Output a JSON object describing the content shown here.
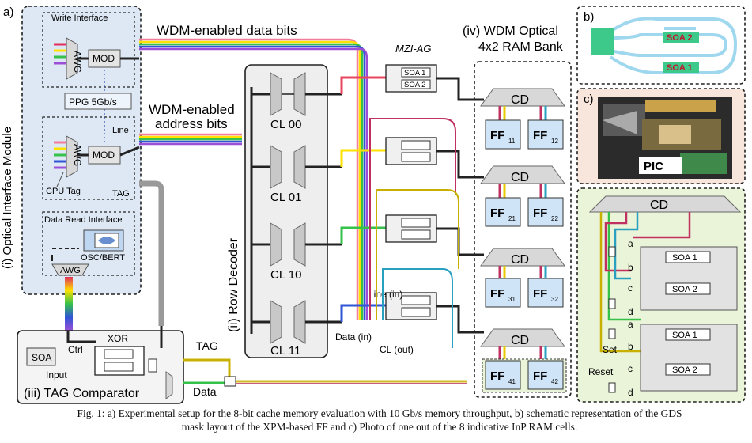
{
  "panel_labels": {
    "a": "a)",
    "b": "b)",
    "c": "c)"
  },
  "module_title": "(i) Optical Interface Module",
  "write_interface": "Write Interface",
  "data_read_interface": "Data Read Interface",
  "awg": "AWG",
  "mod": "MOD",
  "ppg": "PPG 5Gb/s",
  "cpu_tag": "CPU Tag",
  "line": "Line",
  "tag": "TAG",
  "osc_bert": "OSC/BERT",
  "data_bits": "WDM-enabled data bits",
  "address_bits_1": "WDM-enabled",
  "address_bits_2": "address bits",
  "row_decoder": "(ii) Row Decoder",
  "cl_labels": [
    "CL 00",
    "CL 01",
    "CL 10",
    "CL 11"
  ],
  "mzi_ag": "MZI-AG",
  "soa1": "SOA 1",
  "soa2": "SOA 2",
  "line_in": "Line (in)",
  "data_in": "Data (in)",
  "cl_out": "CL (out)",
  "ram_title_1": "(iv) WDM Optical",
  "ram_title_2": "4x2 RAM Bank",
  "cd": "CD",
  "ff_cells": [
    [
      "11",
      "12"
    ],
    [
      "21",
      "22"
    ],
    [
      "31",
      "32"
    ],
    [
      "41",
      "42"
    ]
  ],
  "ff_prefix": "FF",
  "tag_comparator": "(iii) TAG Comparator",
  "xor": "XOR",
  "soa": "SOA",
  "ctrl": "Ctrl",
  "input": "Input",
  "data": "Data",
  "pic": "PIC",
  "set": "Set",
  "reset": "Reset",
  "port_letters": [
    "a",
    "b",
    "c",
    "d"
  ],
  "caption_line1": "Fig. 1: a) Experimental setup for the 8-bit cache memory evaluation with 10 Gb/s memory throughput, b) schematic representation of the GDS",
  "caption_line2": "mask layout of the XPM-based FF and c) Photo of one out of the 8 indicative InP RAM cells.",
  "colors": {
    "module_bg": "#dde8f4",
    "ff_fill": "#cfe4f7",
    "comparator_bg": "#f4f4f4",
    "ff_schematic_bg": "#eaf4d8",
    "pic_bg": "#f8e6dc",
    "gds_wg": "#9fd7ee",
    "gds_soa": "#3cc98a",
    "soa_text": "#c0172d",
    "rainbow": [
      "#f27c9a",
      "#ffe100",
      "#36c14a",
      "#2f55d6",
      "#9c4fd6"
    ]
  }
}
